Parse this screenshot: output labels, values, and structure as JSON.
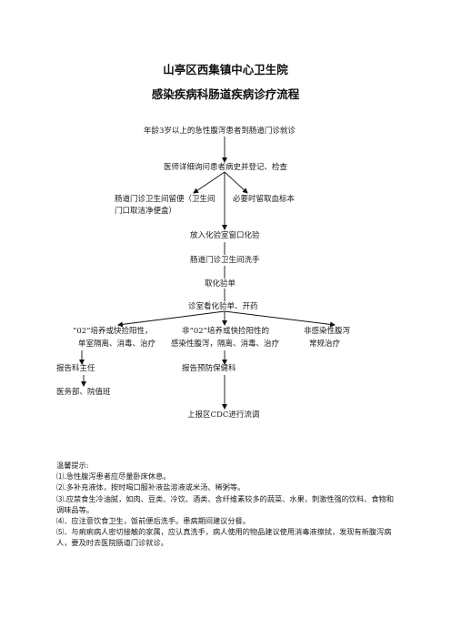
{
  "document": {
    "title": "山亭区西集镇中心卫生院",
    "subtitle": "感染疾病科肠道疾病诊疗流程"
  },
  "flow": {
    "step1": "年龄3岁以上的急性腹泻患者到肠道门诊就诊",
    "step2": "医师详细询问患者病史并登记、检查",
    "step3_left_line1": "肠道门诊卫生间留便（卫生间",
    "step3_left_line2": "门口取洁净便盒）",
    "step3_right": "必要时留取血标本",
    "step4": "放入化验室窗口化验",
    "step5": "肠道门诊卫生间洗手",
    "step6": "取化验单",
    "step7": "诊室看化验单、开药",
    "branch_a_line1": "“02”培养或快捡阳性，",
    "branch_a_line2": "单室隔离、消毒、治疗",
    "branch_b_line1": "非“02”培养或快捡阳性的",
    "branch_b_line2": "感染性腹泻，隔离、消毒、治疗",
    "branch_c_line1": "非感染性腹泻",
    "branch_c_line2": "常规治疗",
    "report_director": "报告科主任",
    "report_health": "报告预防保健科",
    "medical_dept": "医务部、院值班",
    "report_cdc": "上报区CDC进行流调"
  },
  "tips": {
    "heading": "温馨提示:",
    "items": [
      "⑴.急性腹泻患者应尽量卧床休息。",
      "⑵.多补充液体，按时喝口服补液盐溶液或米汤、稀粥等。",
      "⑶.应禁食生冷油腻，如肉、豆类、冷饮、酒类、含纤维素较多的蔬菜、水果，刺激性强的饮料、食物和调味品等。",
      "⑷．应注意饮食卫生，饭前便后洗手。患病期间建议分餐。",
      "⑸．与痢痢病人密切接触的家属，应认真洗手，病人使用的物品建议使用消毒液擦拭，发现有新腹泻病人，要及时去医院肠道门诊就诊。"
    ]
  }
}
